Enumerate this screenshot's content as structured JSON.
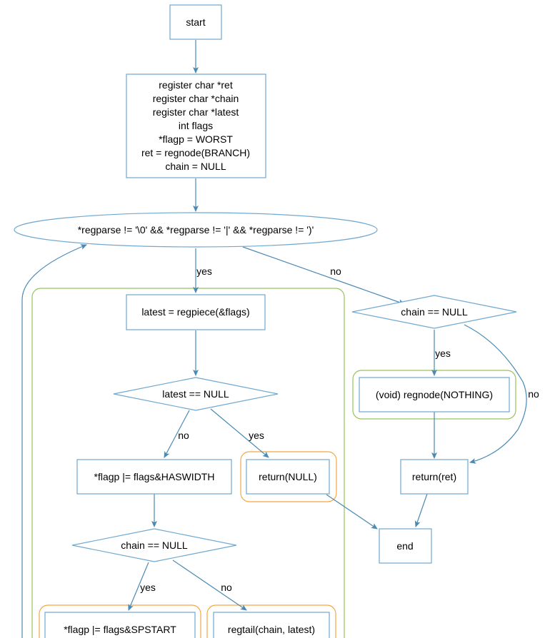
{
  "nodes": {
    "start": "start",
    "decl": [
      "register char *ret",
      "register char *chain",
      "register char *latest",
      "int flags",
      "*flagp = WORST",
      "ret = regnode(BRANCH)",
      "chain = NULL"
    ],
    "loop_cond": "*regparse != '\\0' && *regparse != '|' && *regparse != ')'",
    "latest_assign": "latest = regpiece(&flags)",
    "latest_null": "latest == NULL",
    "flag_haswidth": "*flagp |= flags&HASWIDTH",
    "return_null": "return(NULL)",
    "chain_null_inner": "chain == NULL",
    "flag_spstart": "*flagp |= flags&SPSTART",
    "regtail": "regtail(chain, latest)",
    "chain_null_outer": "chain == NULL",
    "void_regnode": "(void) regnode(NOTHING)",
    "return_ret": "return(ret)",
    "end": "end"
  },
  "edges": {
    "loop_yes": "yes",
    "loop_no": "no",
    "outer_yes": "yes",
    "outer_no": "no",
    "latest_no": "no",
    "latest_yes": "yes",
    "inner_yes": "yes",
    "inner_no": "no"
  }
}
